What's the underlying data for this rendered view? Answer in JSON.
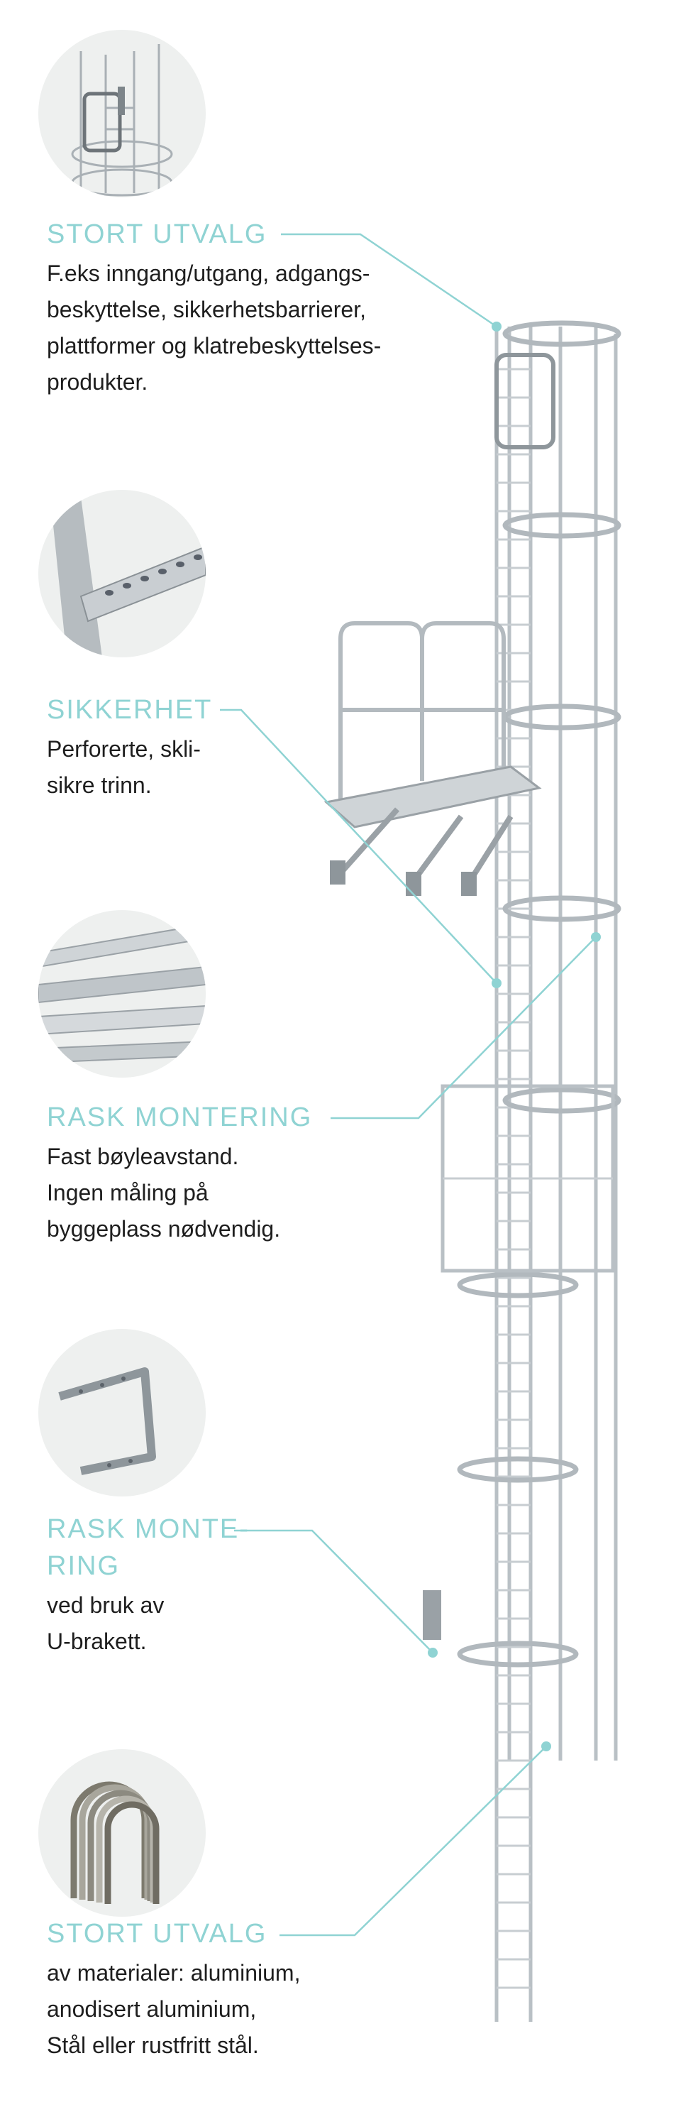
{
  "features": [
    {
      "title": "STORT UTVALG",
      "lines": [
        "F.eks inngang/utgang, adgangs-",
        "beskyttelse, sikkerhetsbarrierer,",
        "plattformer og klatrebeskyttelses-",
        "produkter."
      ],
      "thumb_icon": "ladder-cage-gate-icon"
    },
    {
      "title": "SIKKERHET",
      "lines": [
        "Perforerte, skli-",
        "sikre trinn."
      ],
      "thumb_icon": "perforated-rung-icon"
    },
    {
      "title": "RASK MONTERING",
      "lines": [
        "Fast bøyleavstand.",
        "Ingen måling på",
        "byggeplass nødvendig."
      ],
      "thumb_icon": "mounting-rails-icon"
    },
    {
      "title_lines": [
        "RASK MONTE-",
        "RING"
      ],
      "lines": [
        "ved bruk av",
        "U-brakett."
      ],
      "thumb_icon": "u-bracket-icon"
    },
    {
      "title": "STORT UTVALG",
      "lines": [
        "av materialer: aluminium,",
        "anodisert aluminium,",
        "Stål eller rustfritt stål."
      ],
      "thumb_icon": "cage-hoops-icon"
    }
  ],
  "colors": {
    "accent": "#8fd3d3",
    "text": "#1e1e1e",
    "thumb_bg": "#eef0ef",
    "metal": "#c3c9ce"
  }
}
